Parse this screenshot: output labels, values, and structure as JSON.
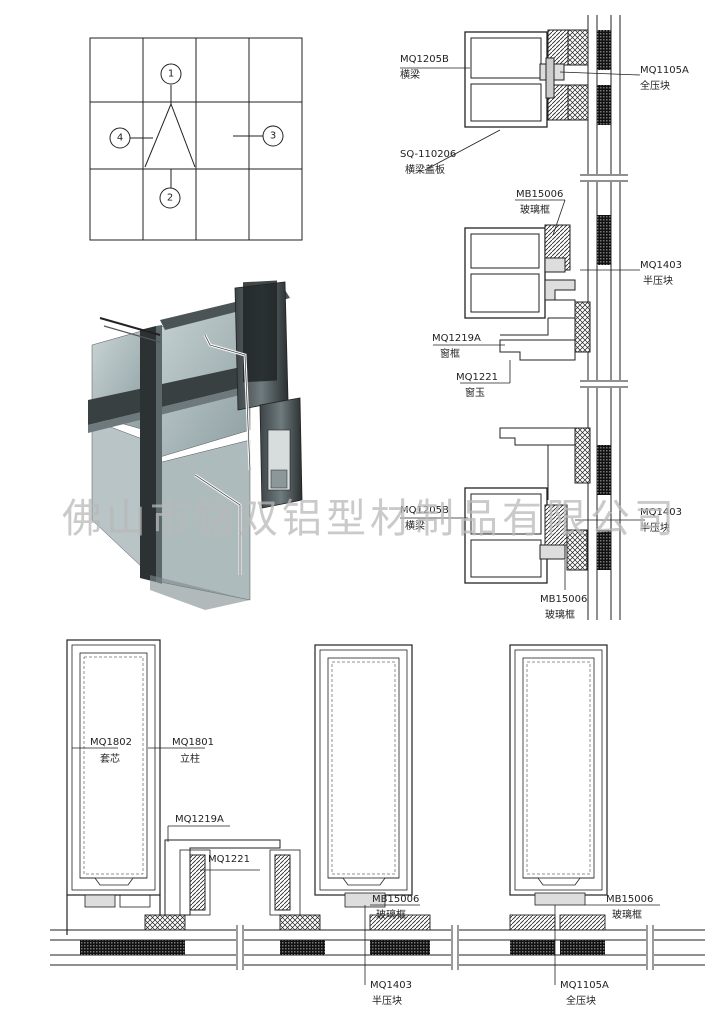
{
  "grid_diagram": {
    "markers": [
      "1",
      "2",
      "3",
      "4"
    ]
  },
  "transom_section": {
    "top": {
      "profile_code": "MQ1205B",
      "profile_name": "横梁",
      "cover_code": "SQ-110206",
      "cover_name": "横梁盖板",
      "clamp_code": "MQ1105A",
      "clamp_name": "全压块"
    },
    "middle": {
      "frame_code": "MB15006",
      "frame_name": "玻璃框",
      "clamp_code": "MQ1403",
      "clamp_name": "半压块",
      "window_frame_code": "MQ1219A",
      "window_frame_name": "窗框",
      "sash_code": "MQ1221",
      "sash_name": "窗玉"
    },
    "bottom": {
      "profile_code": "MQ1205B",
      "profile_name": "横梁",
      "clamp_code": "MQ1403",
      "clamp_name": "半压块",
      "frame_code": "MB15006",
      "frame_name": "玻璃框"
    }
  },
  "mullion_section": {
    "core_code": "MQ1802",
    "core_name": "套芯",
    "mullion_code": "MQ1801",
    "mullion_name": "立柱",
    "window_frame_code": "MQ1219A",
    "sash_code": "MQ1221",
    "frame_code_mid": "MB15006",
    "frame_name_mid": "玻璃框",
    "frame_code_right": "MB15006",
    "frame_name_right": "玻璃框",
    "half_clamp_code": "MQ1403",
    "half_clamp_name": "半压块",
    "full_clamp_code": "MQ1105A",
    "full_clamp_name": "全压块"
  },
  "watermark": "佛山市铭双铝型材制品有限公司",
  "colors": {
    "line": "#222222",
    "glass": "#aab9bb",
    "frame_dark": "#2e3335",
    "frame_mid": "#5d6a6d",
    "seal": "#333333",
    "watermark": "#b9b9b9"
  }
}
